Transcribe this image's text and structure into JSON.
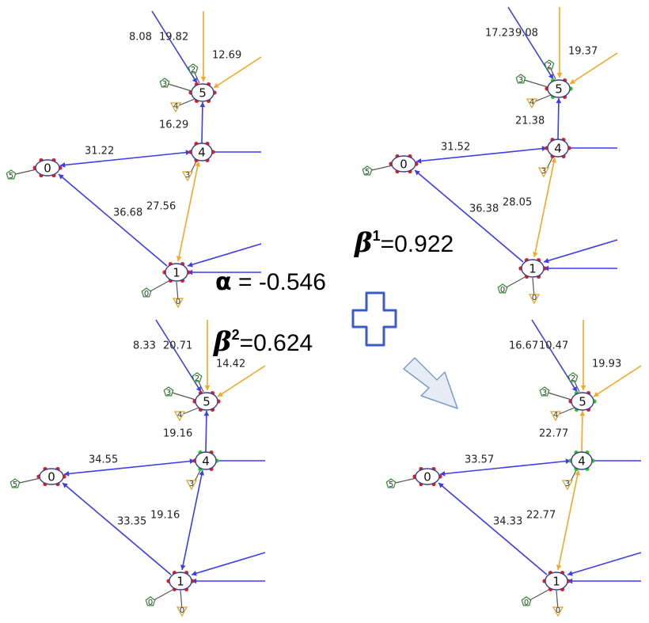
{
  "colors": {
    "blue_edge": "#3b3bf0",
    "orange_edge": "#f5a623",
    "node_fill": "#ffffff",
    "node_stroke": "#3a3a8a",
    "port_red": "#e02020",
    "port_green": "#22cc22",
    "source_green": "#2a8a2a",
    "sink_orange": "#e0a020",
    "plus_stroke": "#3b5cc4",
    "arrow_fill": "#e8ecf4",
    "arrow_stroke": "#7a9cc8"
  },
  "equation": {
    "alpha_symbol": "α",
    "alpha_text": " = -0.546",
    "beta1_symbol": "β",
    "beta1_sup": "1",
    "beta1_text": "=0.922",
    "beta2_symbol": "β",
    "beta2_sup": "2",
    "beta2_text": "=0.624"
  },
  "panels": [
    {
      "id": "alpha",
      "node_ids": [
        "0",
        "1",
        "4",
        "5"
      ],
      "source_labels": [
        "5",
        "0",
        "2",
        "3"
      ],
      "sink_labels": [
        "0",
        "3",
        "4"
      ],
      "edge_labels": [
        "8.08",
        "19.82",
        "12.69",
        "16.29",
        "31.22",
        "36.68",
        "27.56"
      ]
    },
    {
      "id": "beta1",
      "node_ids": [
        "0",
        "1",
        "4",
        "5"
      ],
      "source_labels": [
        "5",
        "0",
        "2",
        "3"
      ],
      "sink_labels": [
        "0",
        "3",
        "4"
      ],
      "edge_labels": [
        "17.23",
        "9.08",
        "19.37",
        "21.38",
        "31.52",
        "36.38",
        "28.05"
      ]
    },
    {
      "id": "beta2",
      "node_ids": [
        "0",
        "1",
        "4",
        "5"
      ],
      "source_labels": [
        "5",
        "0",
        "2",
        "3"
      ],
      "sink_labels": [
        "0",
        "3",
        "4"
      ],
      "edge_labels": [
        "8.33",
        "20.71",
        "14.42",
        "19.16",
        "34.55",
        "33.35",
        "19.16"
      ]
    },
    {
      "id": "result",
      "node_ids": [
        "0",
        "1",
        "4",
        "5"
      ],
      "source_labels": [
        "5",
        "0",
        "2",
        "3"
      ],
      "sink_labels": [
        "0",
        "3",
        "4"
      ],
      "edge_labels": [
        "16.67",
        "10.47",
        "19.93",
        "22.77",
        "33.57",
        "34.33",
        "22.77"
      ]
    }
  ]
}
